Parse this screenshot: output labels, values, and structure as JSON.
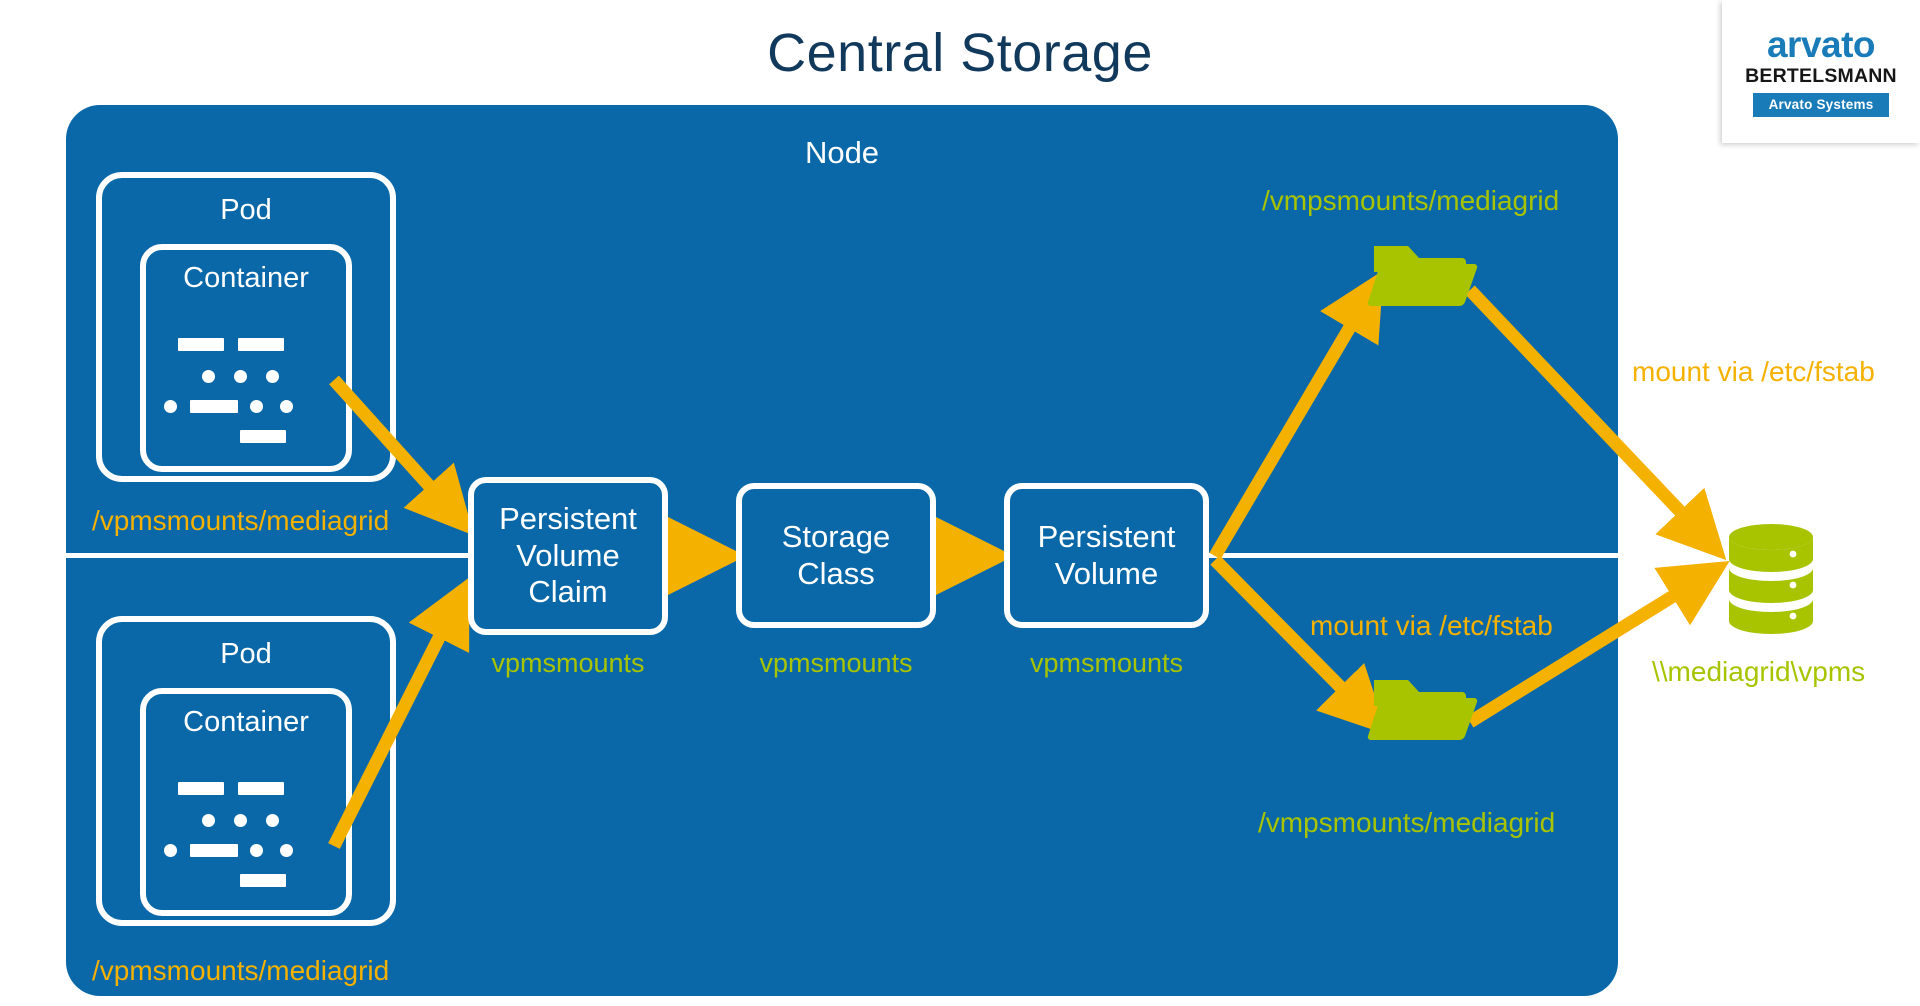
{
  "slide": {
    "title": "Central Storage",
    "background": "#ffffff"
  },
  "logo": {
    "wordmark": "arvato",
    "parent": "BERTELSMANN",
    "unit": "Arvato Systems",
    "brand_blue": "#1a7bb9"
  },
  "colors": {
    "panel_blue": "#0a68a8",
    "title_navy": "#11395c",
    "arrow_amber": "#f5b100",
    "accent_green": "#a8c400",
    "white": "#ffffff"
  },
  "node": {
    "label": "Node"
  },
  "pods": [
    {
      "id": "pod-top",
      "pod_label": "Pod",
      "container_label": "Container",
      "mount_label": "/vpmsmounts/mediagrid"
    },
    {
      "id": "pod-bottom",
      "pod_label": "Pod",
      "container_label": "Container",
      "mount_label": "/vpmsmounts/mediagrid"
    }
  ],
  "pipeline": [
    {
      "id": "pvc",
      "label": "Persistent Volume Claim",
      "sublabel": "vpmsmounts"
    },
    {
      "id": "sc",
      "label": "Storage Class",
      "sublabel": "vpmsmounts"
    },
    {
      "id": "pv",
      "label": "Persistent Volume",
      "sublabel": "vpmsmounts"
    }
  ],
  "folders": [
    {
      "id": "folder-top",
      "label": "/vmpsmounts/mediagrid",
      "icon": "folder-icon"
    },
    {
      "id": "folder-bottom",
      "label": "/vmpsmounts/mediagrid",
      "icon": "folder-icon"
    }
  ],
  "mount_notes": [
    {
      "id": "fstab-top",
      "text": "mount via /etc/fstab"
    },
    {
      "id": "fstab-bottom",
      "text": "mount via /etc/fstab"
    }
  ],
  "storage": {
    "icon": "database-icon",
    "label": "\\\\mediagrid\\vpms"
  }
}
